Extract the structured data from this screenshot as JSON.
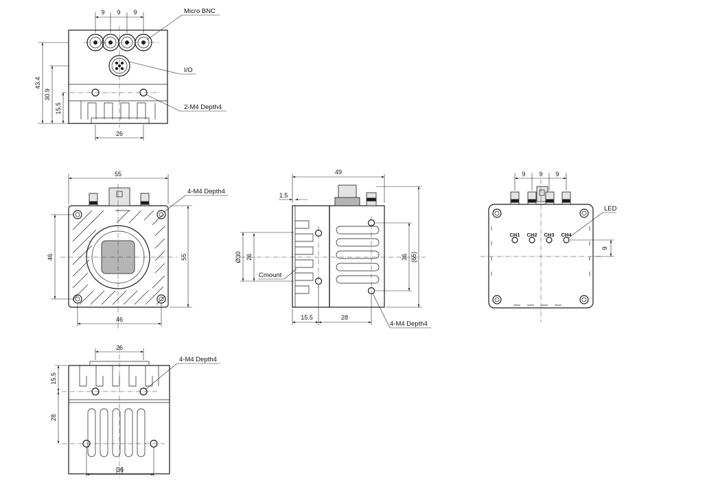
{
  "labels": {
    "micro_bnc": "Micro BNC",
    "io": "I/O",
    "m4_2_depth4": "2-M4 Depth4",
    "m4_4_depth4_front": "4-M4 Depth4",
    "m4_4_depth4_side": "4-M4 Depth4",
    "m4_4_depth4_bottom": "4-M4 Depth4",
    "cmount": "Cmount",
    "led": "LED"
  },
  "channels": [
    "CH1",
    "CH2",
    "CH3",
    "CH4"
  ],
  "dimensions": {
    "top": {
      "pitch_1": "9",
      "pitch_2": "9",
      "pitch_3": "9",
      "h_43_4": "43.4",
      "h_30_9": "30.9",
      "h_15_5": "15.5",
      "w_26": "26"
    },
    "front": {
      "w_55": "55",
      "w_46_bottom": "46",
      "h_46": "46",
      "h_55": "55"
    },
    "side": {
      "w_49": "49",
      "d_1_5": "1.5",
      "dia_30": "Ø30",
      "h_26": "26",
      "h_36": "36",
      "h_65": "(65)",
      "w_15_5": "15.5",
      "w_28": "28"
    },
    "rear": {
      "pitch_1": "9",
      "pitch_2": "9",
      "pitch_3": "9",
      "h_9": "9"
    },
    "bottom": {
      "w_26": "26",
      "h_15_5": "15.5",
      "h_28": "28",
      "w_36": "36"
    }
  }
}
